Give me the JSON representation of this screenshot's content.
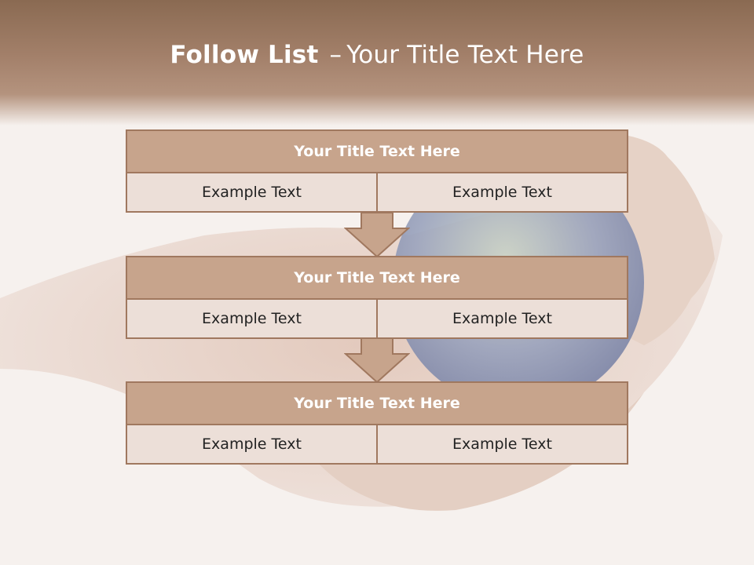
{
  "title": {
    "bold": "Follow List",
    "dash": "–",
    "rest": "Your Title Text Here"
  },
  "blocks": [
    {
      "heading": "Your Title Text Here",
      "left": "Example Text",
      "right": "Example Text"
    },
    {
      "heading": "Your Title Text Here",
      "left": "Example Text",
      "right": "Example Text"
    },
    {
      "heading": "Your Title Text Here",
      "left": "Example Text",
      "right": "Example Text"
    }
  ],
  "colors": {
    "header": "#a3806a",
    "box": "#c7a48c",
    "cell": "#ecdfd8",
    "border": "#a0785f"
  }
}
